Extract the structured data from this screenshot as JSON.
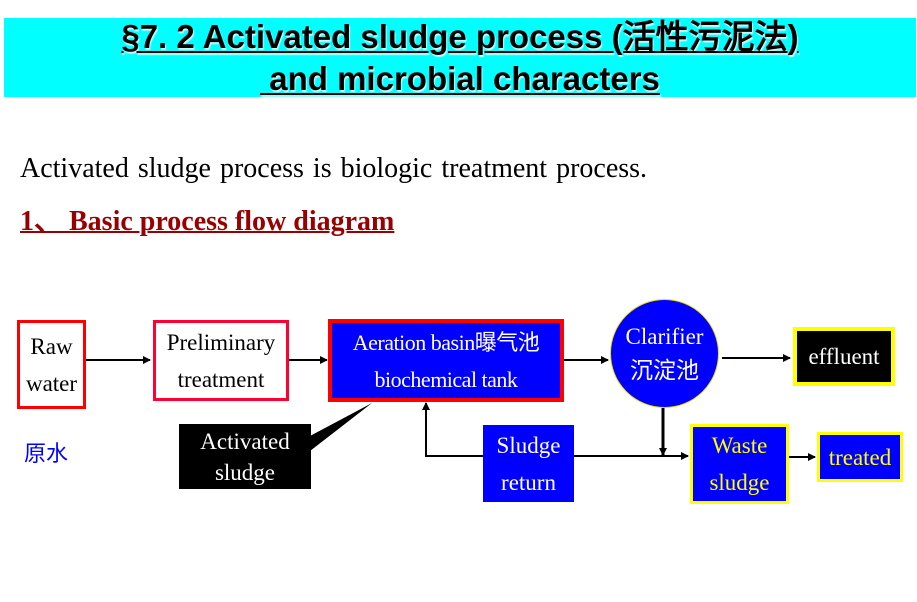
{
  "header": {
    "line1": "§7. 2 Activated sludge process (活性污泥法)",
    "line2": " and microbial characters",
    "background": "#00ffff"
  },
  "intro": "Activated sludge process is biologic treatment process.",
  "section_heading": "1、 Basic process flow diagram",
  "diagram": {
    "nodes": {
      "raw_water": {
        "line1": "Raw",
        "line2": "water"
      },
      "raw_water_cn": "原水",
      "preliminary": {
        "line1": "Preliminary",
        "line2": "treatment"
      },
      "aeration": {
        "line1": "Aeration basin曝气池",
        "line2": "biochemical tank"
      },
      "clarifier": {
        "line1": "Clarifier",
        "line2": "沉淀池"
      },
      "effluent": "effluent",
      "activated_sludge": {
        "line1": "Activated",
        "line2": "sludge"
      },
      "sludge_return": {
        "line1": "Sludge",
        "line2": "return"
      },
      "waste_sludge": {
        "line1": "Waste",
        "line2": "sludge"
      },
      "treated": "treated"
    },
    "edges": [
      {
        "from": "raw_water",
        "to": "preliminary"
      },
      {
        "from": "preliminary",
        "to": "aeration"
      },
      {
        "from": "aeration",
        "to": "clarifier"
      },
      {
        "from": "clarifier",
        "to": "effluent"
      },
      {
        "from": "clarifier",
        "to": "waste_sludge"
      },
      {
        "from": "sludge_return",
        "to": "aeration"
      },
      {
        "from": "sludge_return",
        "to": "waste_sludge"
      },
      {
        "from": "waste_sludge",
        "to": "treated"
      }
    ],
    "colors": {
      "box_red_border": "#ff0000",
      "box_blue": "#0000ff",
      "highlight_yellow": "#ffff00",
      "heading_red": "#990000"
    }
  }
}
